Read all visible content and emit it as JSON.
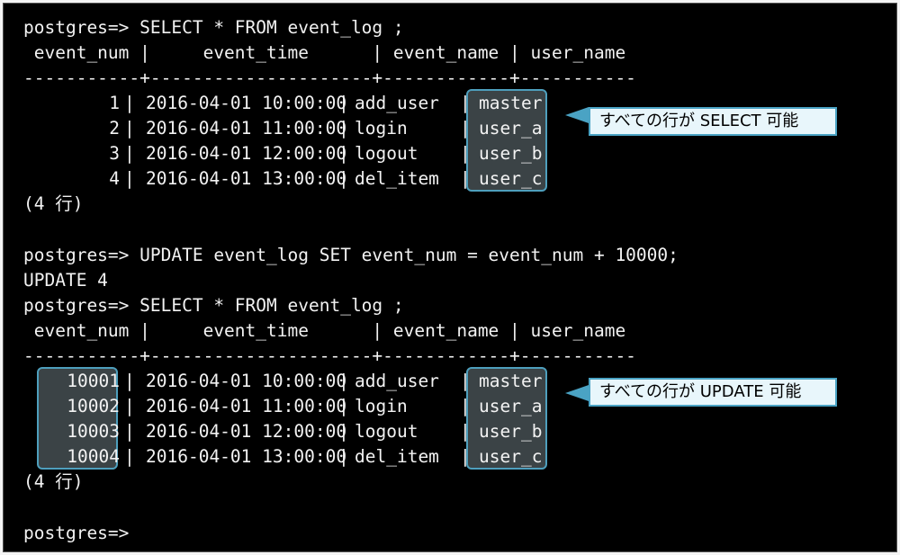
{
  "prompt": "postgres=>",
  "block1": {
    "command": "postgres=> SELECT * FROM event_log ;",
    "header": " event_num |     event_time      | event_name | user_name",
    "separator": "-----------+---------------------+------------+-----------",
    "rows": [
      {
        "num": "1",
        "time": "2016-04-01 10:00:00",
        "name": "add_user",
        "user": "master"
      },
      {
        "num": "2",
        "time": "2016-04-01 11:00:00",
        "name": "login",
        "user": "user_a"
      },
      {
        "num": "3",
        "time": "2016-04-01 12:00:00",
        "name": "logout",
        "user": "user_b"
      },
      {
        "num": "4",
        "time": "2016-04-01 13:00:00",
        "name": "del_item",
        "user": "user_c"
      }
    ],
    "footer": "(4 行)",
    "callout": "すべての行が SELECT 可能"
  },
  "update": {
    "command": "postgres=> UPDATE event_log SET event_num = event_num + 10000;",
    "result": "UPDATE 4"
  },
  "block2": {
    "command": "postgres=> SELECT * FROM event_log ;",
    "header": " event_num |     event_time      | event_name | user_name",
    "separator": "-----------+---------------------+------------+-----------",
    "rows": [
      {
        "num": "10001",
        "time": "2016-04-01 10:00:00",
        "name": "add_user",
        "user": "master"
      },
      {
        "num": "10002",
        "time": "2016-04-01 11:00:00",
        "name": "login",
        "user": "user_a"
      },
      {
        "num": "10003",
        "time": "2016-04-01 12:00:00",
        "name": "logout",
        "user": "user_b"
      },
      {
        "num": "10004",
        "time": "2016-04-01 13:00:00",
        "name": "del_item",
        "user": "user_c"
      }
    ],
    "footer": "(4 行)",
    "callout": "すべての行が UPDATE 可能"
  },
  "final_prompt": "postgres=>",
  "colors": {
    "highlight_border": "#4e9fbd",
    "highlight_fill": "#3b4346",
    "callout_fill": "#e8f6fb"
  }
}
